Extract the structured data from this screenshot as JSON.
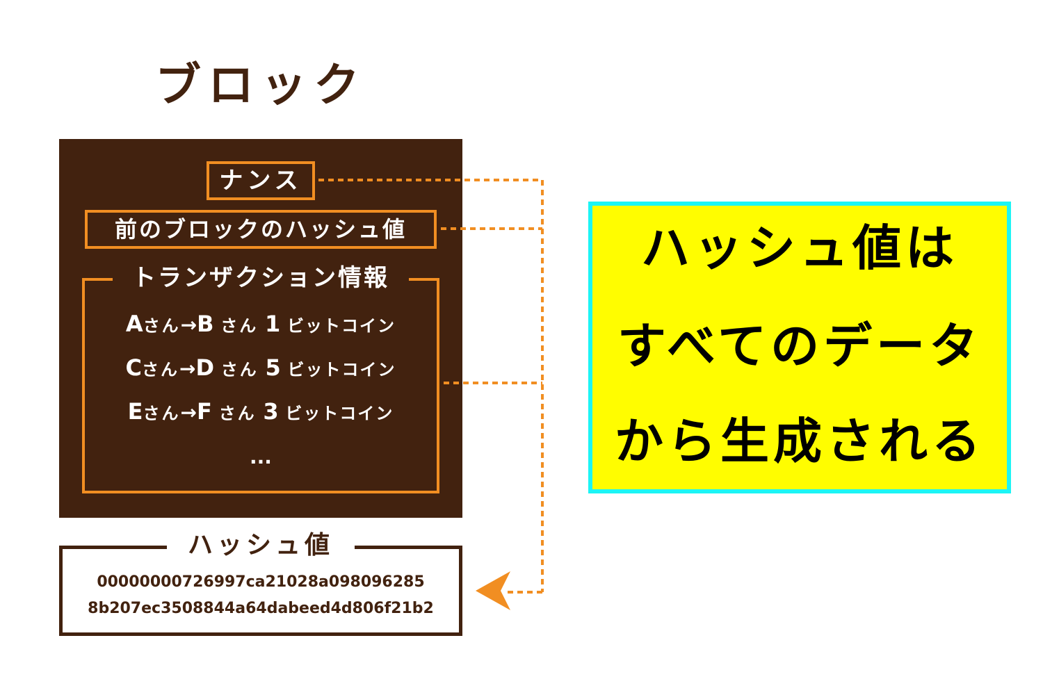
{
  "diagram": {
    "block_title": "ブロック",
    "nonce_label": "ナンス",
    "prev_hash_label": "前のブロックのハッシュ値",
    "transactions": {
      "title": "トランザクション情報",
      "items": [
        {
          "from": "A",
          "honorific_from": "さん",
          "arrow": "→",
          "to": "B",
          "honorific_to": "さん",
          "amount": "1",
          "unit": "ビットコイン"
        },
        {
          "from": "C",
          "honorific_from": "さん",
          "arrow": "→",
          "to": "D",
          "honorific_to": "さん",
          "amount": "5",
          "unit": "ビットコイン"
        },
        {
          "from": "E",
          "honorific_from": "さん",
          "arrow": "→",
          "to": "F",
          "honorific_to": "さん",
          "amount": "3",
          "unit": "ビットコイン"
        }
      ],
      "ellipsis": "..."
    },
    "hash": {
      "title": "ハッシュ値",
      "line1": "00000000726997ca21028a098096285",
      "line2": "8b207ec3508844a64dabeed4d806f21b2"
    },
    "note": {
      "line1": "ハッシュ値は",
      "line2": "すべてのデータ",
      "line3": "から生成される"
    },
    "colors": {
      "brown": "#42220f",
      "orange": "#f18e22",
      "yellow": "#fffd00",
      "cyan": "#1cf5f5"
    }
  }
}
